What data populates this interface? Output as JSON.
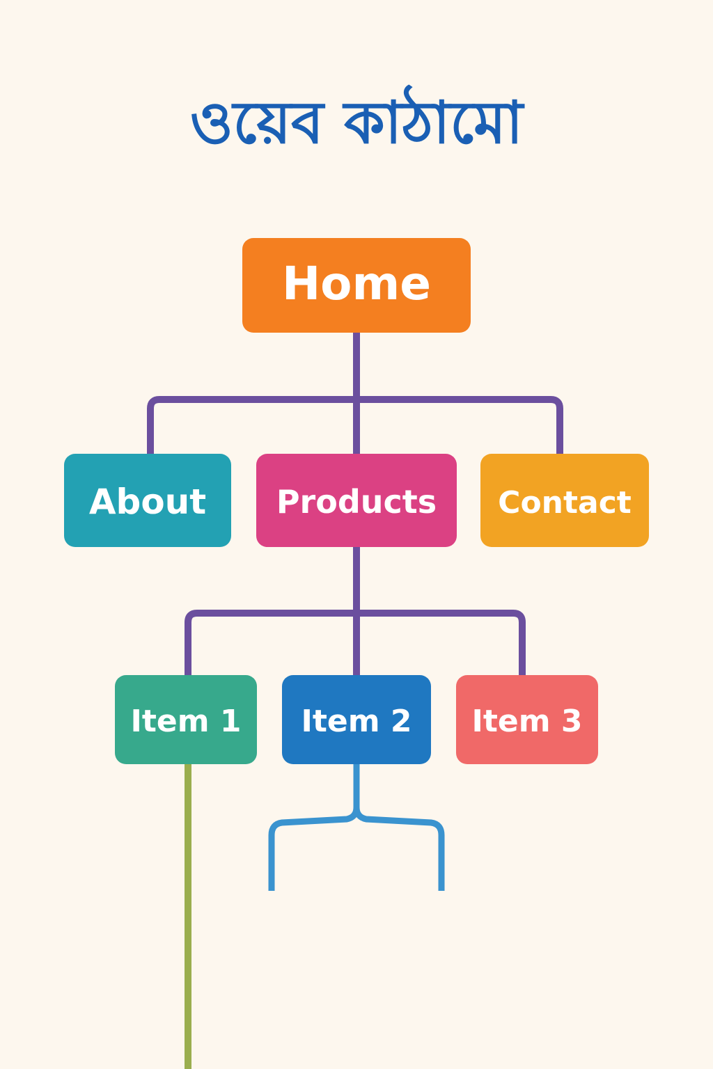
{
  "title": "ওয়েব কাঠামো",
  "colors": {
    "background": "#fdf7ee",
    "title": "#1a5fb4",
    "connector": "#6b4f9e",
    "home": "#f47f20",
    "about": "#23a1b3",
    "products": "#db4183",
    "contact": "#f2a323",
    "item1": "#37a98c",
    "item2": "#1f78c1",
    "item3": "#f06968",
    "item1_branch": "#9aae4e",
    "item2_branch": "#3a93cf"
  },
  "nodes": {
    "home": "Home",
    "about": "About",
    "products": "Products",
    "contact": "Contact",
    "item1": "Item 1",
    "item2": "Item 2",
    "item3": "Item 3"
  }
}
